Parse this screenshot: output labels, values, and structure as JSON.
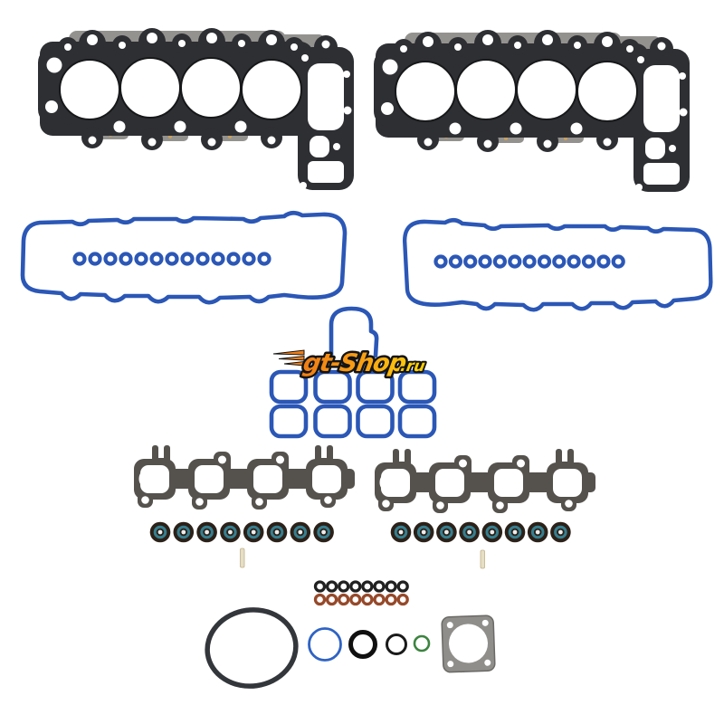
{
  "page": {
    "background": "#ffffff",
    "subject": "engine cylinder head gasket set product photo"
  },
  "watermark": {
    "brand": "gt-Shop",
    "tld": ".ru",
    "brand_color_start": "#ef7d15",
    "brand_color_end": "#fdc60b",
    "tld_color": "#ffce00",
    "outline_color": "#141414"
  },
  "set": {
    "head_gaskets": {
      "count": 2,
      "bores_per_gasket": 4,
      "color": "#2e2f33",
      "layer_color": "#94928f",
      "dot_color": "#c9a05e"
    },
    "valve_cover_gaskets": {
      "count": 2,
      "grommets_per_gasket": 13,
      "color": "#2b57b6"
    },
    "water_outlet_gasket": {
      "count": 1,
      "color": "#2b57b6"
    },
    "intake_port_gaskets": {
      "count": 8,
      "rows": 2,
      "color": "#2b57b6"
    },
    "exhaust_manifold_gaskets": {
      "count": 2,
      "ports_per_gasket": 4,
      "color": "#55524d"
    },
    "valve_stem_seals": {
      "count": 16,
      "body_color": "#2b2119",
      "ring_color": "#377f8f",
      "center_color": "#ededed"
    },
    "dowel_pins": {
      "count": 2,
      "color": "#e6dfc6",
      "edge_color": "#c2b089"
    },
    "small_o_rings_black": {
      "count": 8,
      "color": "#212121"
    },
    "small_o_rings_brown": {
      "count": 8,
      "color": "#96492a"
    },
    "large_o_ring": {
      "count": 1,
      "color": "#33363a"
    },
    "medium_o_ring_blue": {
      "count": 1,
      "color": "#2f63c4"
    },
    "medium_o_ring_black": {
      "count": 1,
      "color": "#101010"
    },
    "small_o_ring_black": {
      "count": 1,
      "color": "#1a1a1a"
    },
    "small_o_ring_green": {
      "count": 1,
      "color": "#3c8440"
    },
    "throttle_body_gasket": {
      "count": 1,
      "color": "#908e8a",
      "edge_color": "#6b6966"
    }
  }
}
